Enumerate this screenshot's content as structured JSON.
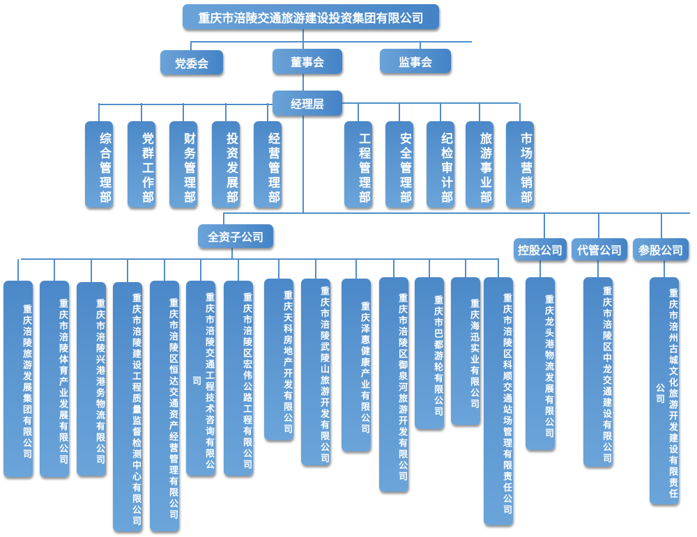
{
  "root": "重庆市涪陵交通旅游建设投资集团有限公司",
  "governance": [
    "党委会",
    "董事会",
    "监事会"
  ],
  "management": "经理层",
  "departments_left": [
    "综合管理部",
    "党群工作部",
    "财务管理部",
    "投资发展部",
    "经营管理部"
  ],
  "departments_right": [
    "工程管理部",
    "安全管理部",
    "纪检审计部",
    "旅游事业部",
    "市场营销部"
  ],
  "wholly_owned": {
    "label": "全资子公司",
    "companies": [
      "重庆涪陵旅游发展集团有限公司",
      "重庆市涪陵体育产业发展有限公司",
      "重庆市涪陵兴港港务物流有限公司",
      "重庆市涪陵建设工程质量监督检测中心有限公司",
      "重庆市涪陵区恒达交通资产经营管理有限公司",
      "重庆市涪陵交通工程技术咨询有限公司",
      "重庆市涪陵区宏伟公路工程有限公司",
      "重庆天科房地产开发有限公司",
      "重庆市涪陵武陵山旅游开发有限公司",
      "重庆泽惠健康产业有限公司",
      "重庆市涪陵区御泉河旅游开发有限公司",
      "重庆市巴都游轮有限公司",
      "重庆海迅实业有限公司",
      "重庆市涪陵区科顺交通站场管理有限责任公司"
    ]
  },
  "holding": {
    "label": "控股公司",
    "companies": [
      "重庆龙头港物流发展有限公司"
    ]
  },
  "managed": {
    "label": "代管公司",
    "companies": [
      "重庆市涪陵区中龙交通建设有限公司"
    ]
  },
  "participating": {
    "label": "参股公司",
    "companies": [
      "重庆市涪州古城文化旅游开发建设有限责任公司"
    ]
  },
  "colors": {
    "box": "#5a95d0",
    "line": "#4f8cc9",
    "text": "#ffffff"
  }
}
